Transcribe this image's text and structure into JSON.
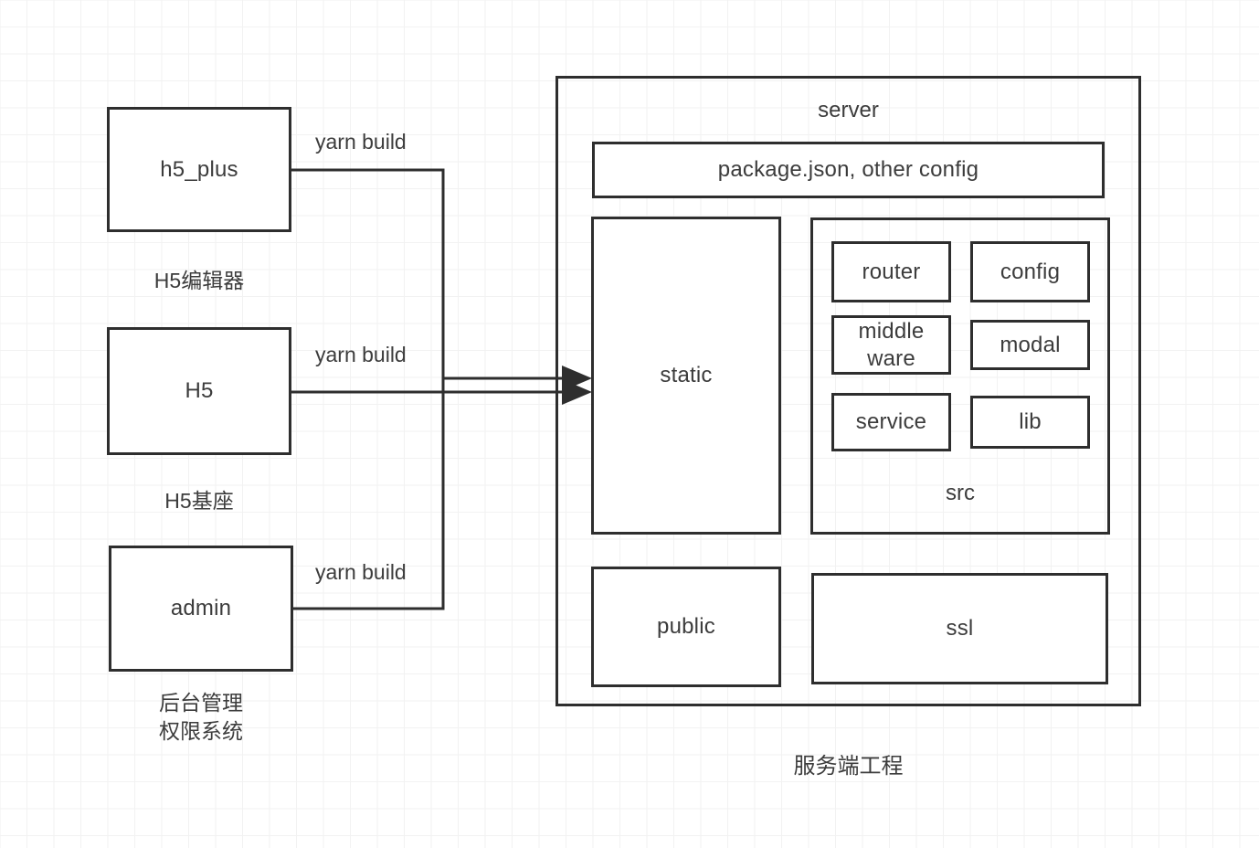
{
  "diagram": {
    "title_bottom": "服务端工程",
    "colors": {
      "stroke": "#2e2e2e",
      "text": "#3c3c3c",
      "background": "#ffffff",
      "grid_fine": "#f2f2f2",
      "grid_major": "#ebebeb"
    }
  },
  "sources": [
    {
      "id": "h5_plus",
      "label": "h5_plus",
      "caption": "H5编辑器",
      "edge_label": "yarn build"
    },
    {
      "id": "h5",
      "label": "H5",
      "caption": "H5基座",
      "edge_label": "yarn build"
    },
    {
      "id": "admin",
      "label": "admin",
      "caption": "后台管理\n权限系统",
      "edge_label": "yarn build"
    }
  ],
  "server": {
    "title": "server",
    "config_box": "package.json, other config",
    "static_box": "static",
    "src": {
      "title": "src",
      "modules": [
        {
          "label": "router"
        },
        {
          "label": "config"
        },
        {
          "label": "middle\nware"
        },
        {
          "label": "modal"
        },
        {
          "label": "service"
        },
        {
          "label": "lib"
        }
      ]
    },
    "public_box": "public",
    "ssl_box": "ssl"
  }
}
